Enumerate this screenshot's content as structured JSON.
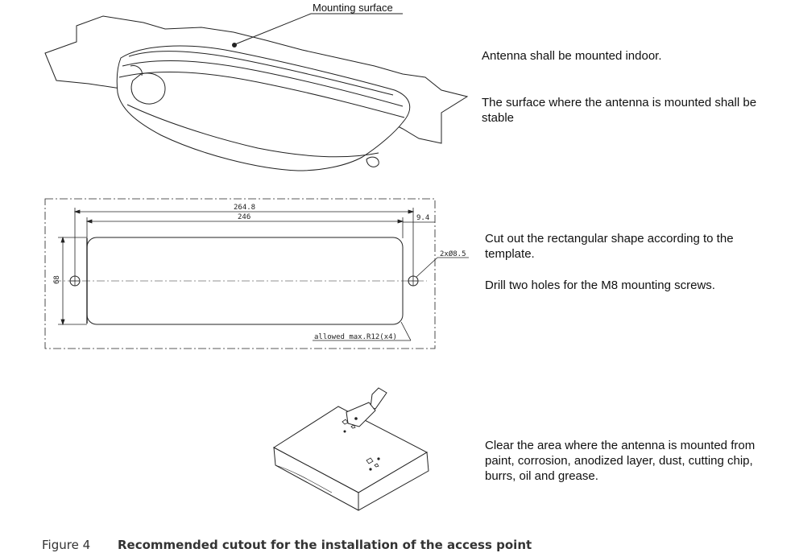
{
  "figure": {
    "label": "Figure 4",
    "caption": "Recommended cutout for the installation of the access point"
  },
  "mounting_view": {
    "callout_label": "Mounting surface"
  },
  "template_drawing": {
    "dimension_overall": "264.8",
    "dimension_cutout": "246",
    "dimension_hole_offset": "9.4",
    "dimension_height": "68",
    "hole_spec": "2xØ8.5",
    "corner_note": "allowed max.R12(x4)"
  },
  "instructions": {
    "indoor": "Antenna shall be mounted indoor.",
    "stable": "The surface where the antenna is mounted shall be stable",
    "cutout": "Cut out the rectangular shape according to the template.",
    "drill": "Drill two holes for the M8 mounting screws.",
    "clear": "Clear the area where the antenna is mounted from paint, corrosion, anodized layer, dust, cutting chip, burrs, oil and grease."
  }
}
